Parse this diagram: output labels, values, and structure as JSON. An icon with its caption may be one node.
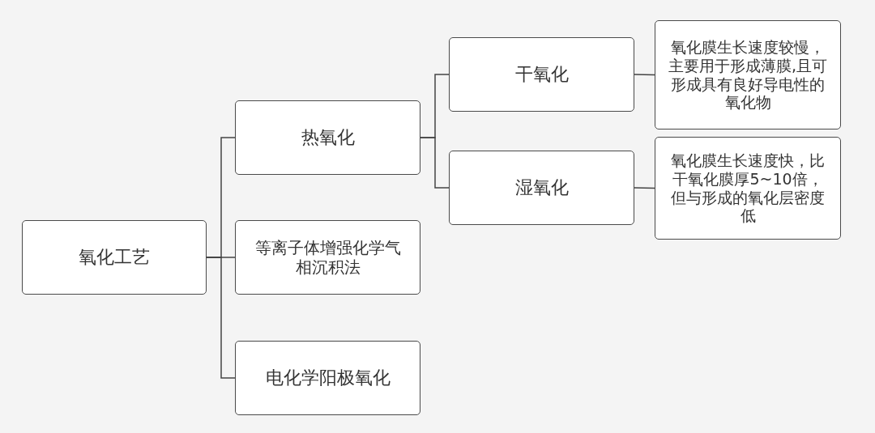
{
  "diagram": {
    "nodes": [
      {
        "text": [
          "氧化工艺"
        ]
      },
      {
        "text": [
          "热氧化"
        ]
      },
      {
        "text": [
          "干氧化"
        ]
      },
      {
        "text": [
          "氧化膜生长速度较慢，主要用于形成薄膜,且可形成具有良好导电性的氧化物"
        ]
      },
      {
        "text": [
          "湿氧化"
        ]
      },
      {
        "text": [
          "氧化膜生长速度快，比干氧化膜厚5~10倍，但与形成的氧化层密度低"
        ]
      },
      {
        "text": [
          "等离子体增强化学气相沉积法"
        ]
      },
      {
        "text": [
          "电化学阳极氧化"
        ]
      }
    ],
    "edges": [
      {
        "from": 0,
        "to": 1,
        "arrow": "none"
      },
      {
        "from": 0,
        "to": 6,
        "arrow": "none"
      },
      {
        "from": 0,
        "to": 7,
        "arrow": "none"
      },
      {
        "from": 1,
        "to": 2,
        "arrow": "none"
      },
      {
        "from": 1,
        "to": 4,
        "arrow": "none"
      },
      {
        "from": 2,
        "to": 3,
        "arrow": "none"
      },
      {
        "from": 4,
        "to": 5,
        "arrow": "none"
      }
    ]
  }
}
